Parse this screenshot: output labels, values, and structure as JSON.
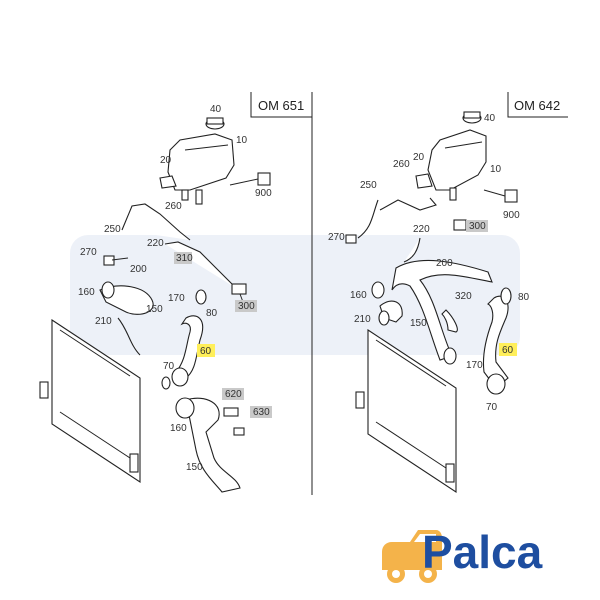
{
  "panels": {
    "left": {
      "engine": "OM 651",
      "callouts": [
        "40",
        "10",
        "20",
        "260",
        "900",
        "250",
        "220",
        "310",
        "270",
        "200",
        "160",
        "170",
        "150",
        "300",
        "210",
        "80",
        "60",
        "70",
        "620",
        "630",
        "160",
        "150"
      ]
    },
    "right": {
      "engine": "OM 642",
      "callouts": [
        "40",
        "10",
        "20",
        "260",
        "250",
        "900",
        "220",
        "300",
        "270",
        "200",
        "160",
        "320",
        "80",
        "210",
        "150",
        "170",
        "60",
        "70"
      ]
    }
  },
  "highlight_colors": {
    "primary": "#ffef5a",
    "secondary": "#c9c9c9"
  },
  "brand": {
    "logo_text": "Palca",
    "icon": "car-icon",
    "color": "#1e4ea0"
  }
}
